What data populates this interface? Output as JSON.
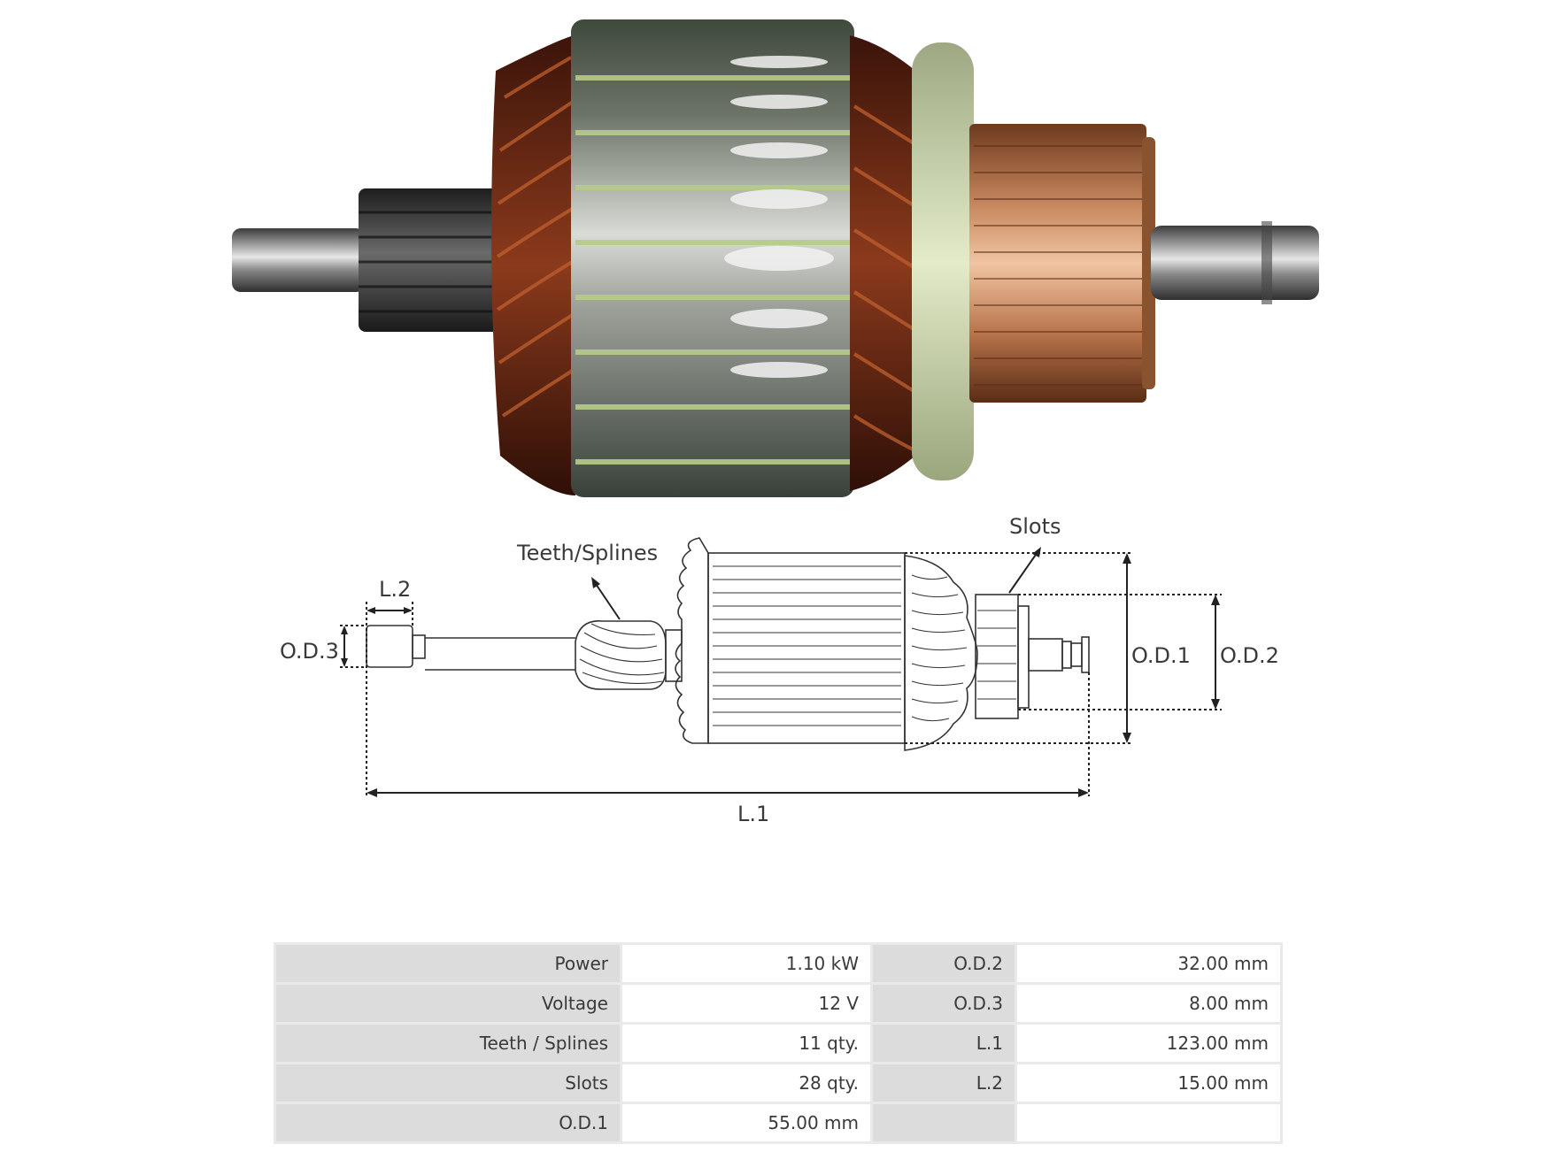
{
  "diagram": {
    "labels": {
      "slots": "Slots",
      "teeth_splines": "Teeth/Splines",
      "l2": "L.2",
      "od3": "O.D.3",
      "od1": "O.D.1",
      "od2": "O.D.2",
      "l1": "L.1"
    }
  },
  "specs": {
    "rows": [
      {
        "k1": "Power",
        "v1": "1.10 kW",
        "k2": "O.D.2",
        "v2": "32.00 mm"
      },
      {
        "k1": "Voltage",
        "v1": "12 V",
        "k2": "O.D.3",
        "v2": "8.00 mm"
      },
      {
        "k1": "Teeth / Splines",
        "v1": "11 qty.",
        "k2": "L.1",
        "v2": "123.00 mm"
      },
      {
        "k1": "Slots",
        "v1": "28 qty.",
        "k2": "L.2",
        "v2": "15.00 mm"
      },
      {
        "k1": "O.D.1",
        "v1": "55.00 mm",
        "k2": "",
        "v2": ""
      }
    ]
  }
}
